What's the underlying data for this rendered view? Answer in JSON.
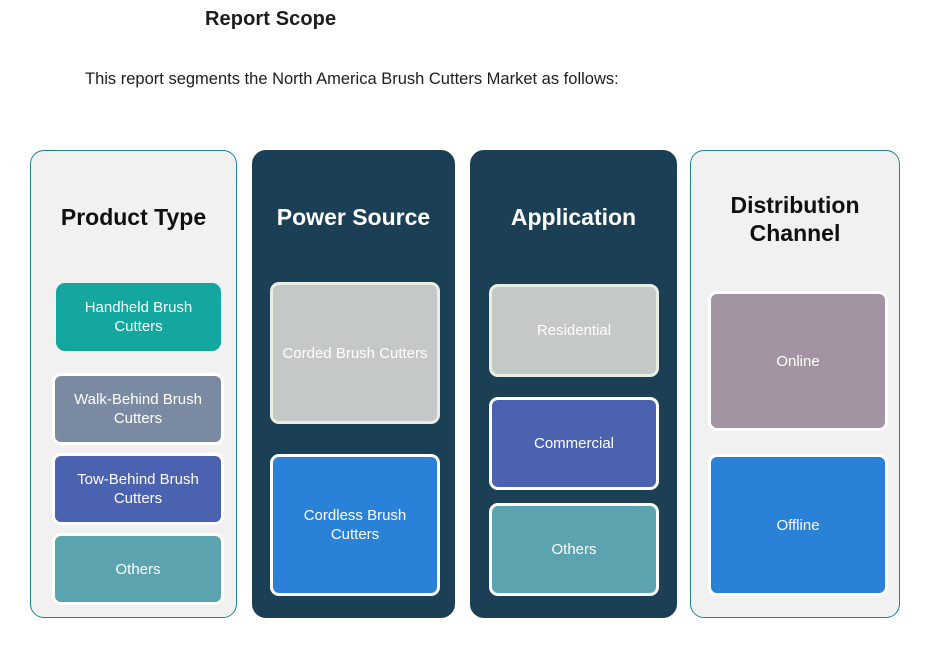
{
  "header": {
    "title": "Report Scope",
    "subtitle": "This report segments the North America Brush Cutters Market as follows:"
  },
  "colors": {
    "canvas": "#ffffff",
    "panel_light_bg": "#f1f1f1",
    "panel_light_border": "#1b888d",
    "panel_dark_bg": "#1b3f54",
    "teal": "#14a79f",
    "slate_blue": "#7b8aa3",
    "indigo": "#4a62af",
    "muted_teal": "#5ba3ae",
    "gray": "#c4c8c7",
    "bright_blue": "#2a81d8",
    "mauve": "#a394a4",
    "tile_border_white": "#ffffff",
    "tile_border_pale": "#e8eee4",
    "title_text": "#1d1d1d",
    "tile_text": "#ffffff"
  },
  "columns": [
    {
      "id": "product-type",
      "title": "Product Type",
      "theme": "light",
      "tiles": [
        {
          "label": "Handheld Brush Cutters",
          "color": "#14a79f",
          "border": "plain"
        },
        {
          "label": "Walk-Behind Brush Cutters",
          "color": "#7b8aa3",
          "border": "white"
        },
        {
          "label": "Tow-Behind Brush Cutters",
          "color": "#4a62af",
          "border": "white"
        },
        {
          "label": "Others",
          "color": "#5ba3ae",
          "border": "white"
        }
      ]
    },
    {
      "id": "power-source",
      "title": "Power Source",
      "theme": "dark",
      "tiles": [
        {
          "label": "Corded Brush Cutters",
          "color": "#c4c8c7",
          "border": "pale"
        },
        {
          "label": "Cordless Brush Cutters",
          "color": "#2a81d8",
          "border": "white"
        }
      ]
    },
    {
      "id": "application",
      "title": "Application",
      "theme": "dark",
      "tiles": [
        {
          "label": "Residential",
          "color": "#c4c8c7",
          "border": "pale"
        },
        {
          "label": "Commercial",
          "color": "#4a62af",
          "border": "white"
        },
        {
          "label": "Others",
          "color": "#5ba3ae",
          "border": "white"
        }
      ]
    },
    {
      "id": "distribution-channel",
      "title": "Distribution Channel",
      "theme": "light",
      "tiles": [
        {
          "label": "Online",
          "color": "#a394a4",
          "border": "white"
        },
        {
          "label": "Offline",
          "color": "#2a81d8",
          "border": "white"
        }
      ]
    }
  ]
}
